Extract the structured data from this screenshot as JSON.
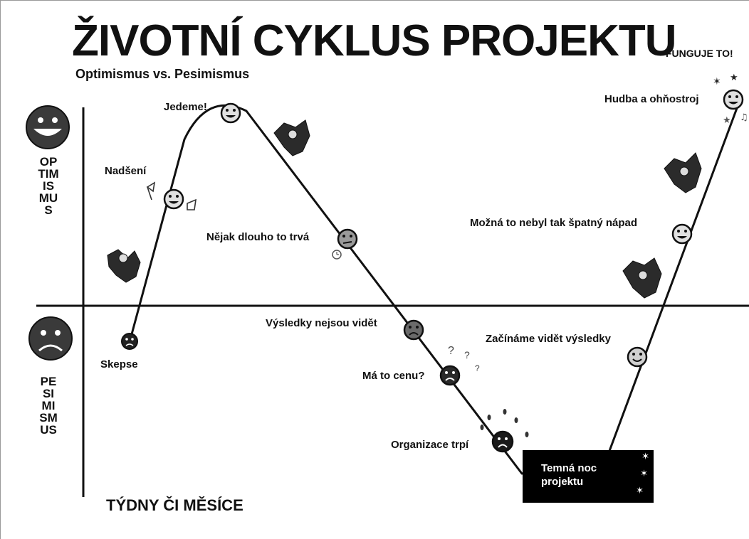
{
  "title": "ŽIVOTNÍ CYKLUS PROJEKTU",
  "subtitle": "Optimismus vs. Pesimismus",
  "corner_label": "FUNGUJE TO!",
  "axis": {
    "top": "OPTIMISMUS",
    "bottom": "PESIMISMUS",
    "x_label": "TÝDNY ČI MĚSÍCE"
  },
  "stages": {
    "skepse": "Skepse",
    "nadseni": "Nadšení",
    "jedeme": "Jedeme!",
    "dlouho": "Nějak dlouho to trvá",
    "vysledky_nejsou": "Výsledky nejsou vidět",
    "cenu": "Má to cenu?",
    "organizace": "Organizace trpí",
    "temna_noc": "Temná noc projektu",
    "zaciname": "Začínáme vidět výsledky",
    "mozna": "Možná to nebyl tak špatný nápad",
    "hudba": "Hudba a ohňostroj"
  },
  "colors": {
    "ink": "#111111",
    "face_light": "#e8e8e8",
    "face_dark": "#222222"
  }
}
